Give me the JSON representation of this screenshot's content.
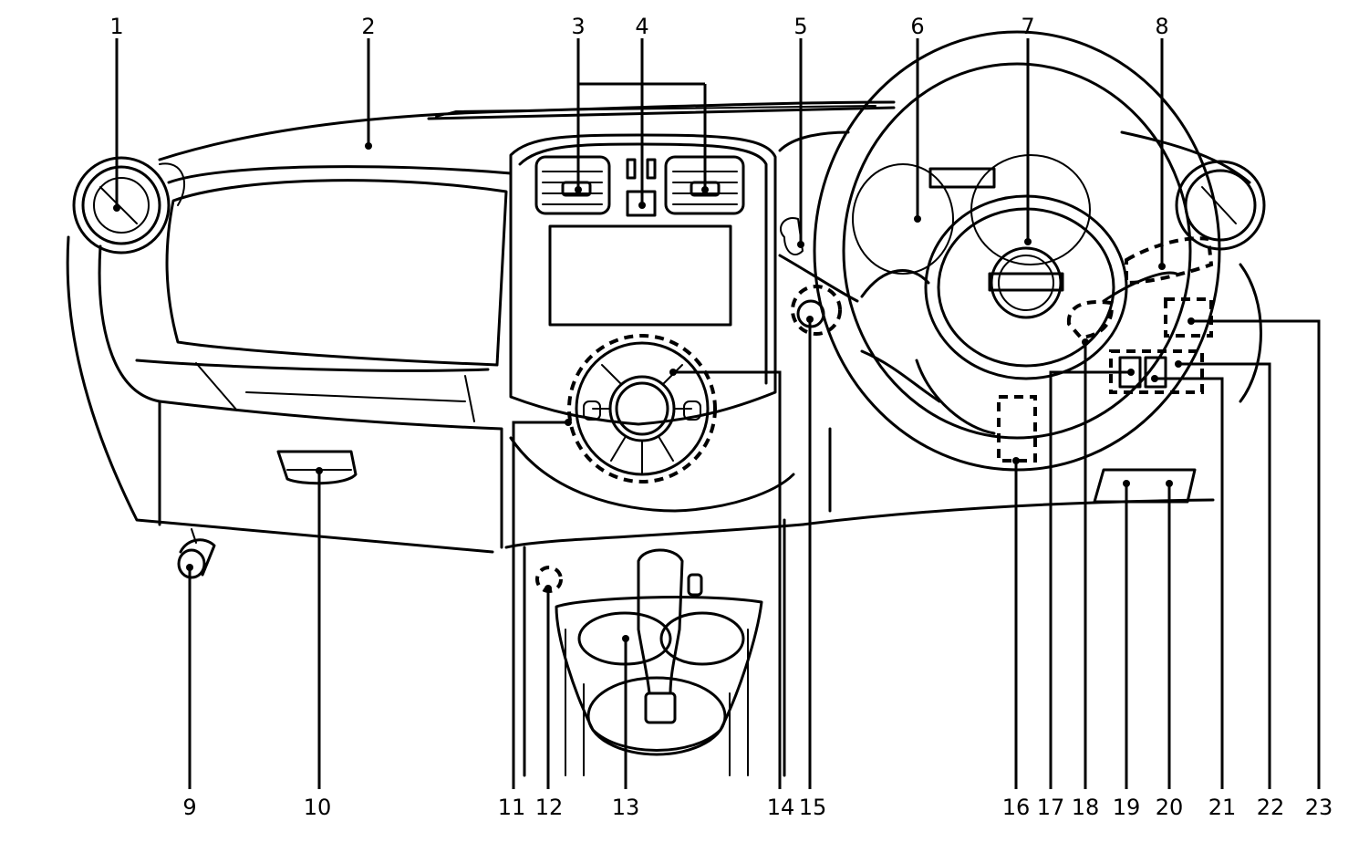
{
  "diagram": {
    "callouts": [
      {
        "id": 1,
        "label": "1"
      },
      {
        "id": 2,
        "label": "2"
      },
      {
        "id": 3,
        "label": "3"
      },
      {
        "id": 4,
        "label": "4"
      },
      {
        "id": 5,
        "label": "5"
      },
      {
        "id": 6,
        "label": "6"
      },
      {
        "id": 7,
        "label": "7"
      },
      {
        "id": 8,
        "label": "8"
      },
      {
        "id": 9,
        "label": "9"
      },
      {
        "id": 10,
        "label": "10"
      },
      {
        "id": 11,
        "label": "11"
      },
      {
        "id": 12,
        "label": "12"
      },
      {
        "id": 13,
        "label": "13"
      },
      {
        "id": 14,
        "label": "14"
      },
      {
        "id": 15,
        "label": "15"
      },
      {
        "id": 16,
        "label": "16"
      },
      {
        "id": 17,
        "label": "17"
      },
      {
        "id": 18,
        "label": "18"
      },
      {
        "id": 19,
        "label": "19"
      },
      {
        "id": 20,
        "label": "20"
      },
      {
        "id": 21,
        "label": "21"
      },
      {
        "id": 22,
        "label": "22"
      },
      {
        "id": 23,
        "label": "23"
      }
    ]
  }
}
